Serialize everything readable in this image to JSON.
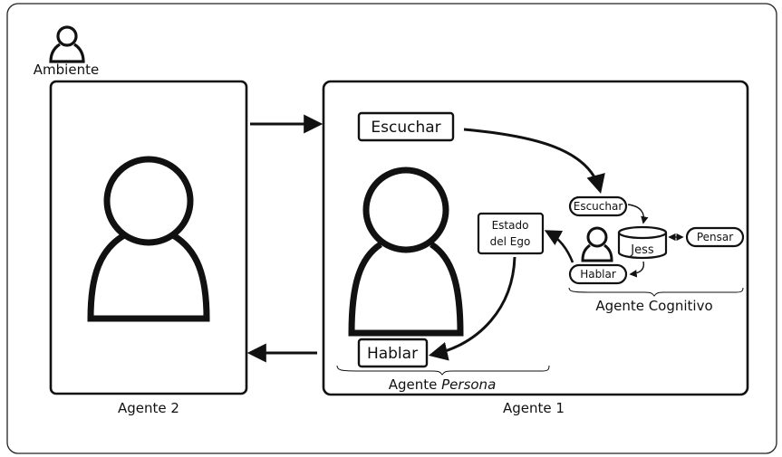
{
  "environment": {
    "label": "Ambiente",
    "icon": "person-outline-icon"
  },
  "agent2": {
    "label": "Agente 2",
    "icon": "person-large-icon"
  },
  "agent1": {
    "label": "Agente 1",
    "icon": "person-large-icon",
    "listen_box": "Escuchar",
    "speak_box": "Hablar",
    "ego_state_line1": "Estado",
    "ego_state_line2": "del Ego",
    "persona_label_prefix": "Agente ",
    "persona_label_italic": "Persona"
  },
  "cognitive": {
    "label": "Agente Cognitivo",
    "listen": "Escuchar",
    "speak": "Hablar",
    "engine": "Jess",
    "think": "Pensar",
    "icon": "person-small-icon"
  }
}
